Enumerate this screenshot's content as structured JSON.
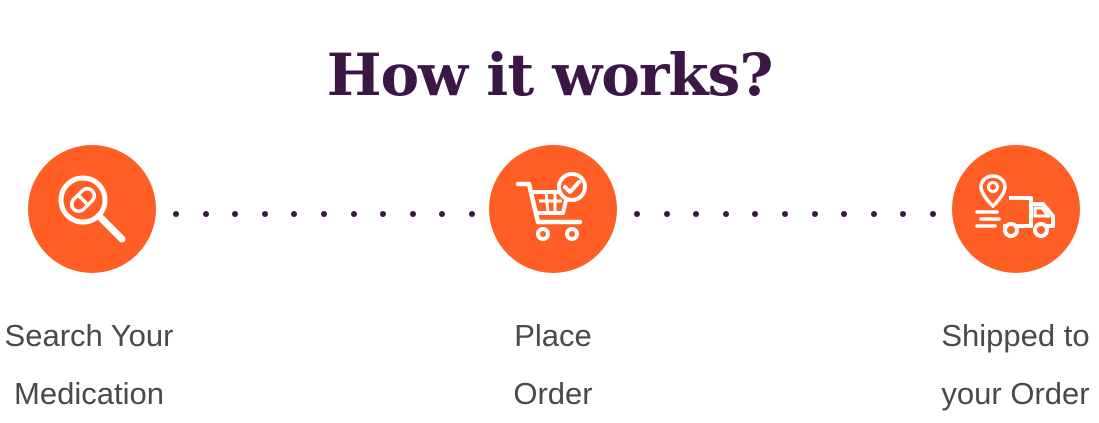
{
  "heading": "How it works?",
  "steps": [
    {
      "icon": "search-medication-icon",
      "line1": "Search Your",
      "line2": "Medication"
    },
    {
      "icon": "cart-check-icon",
      "line1": "Place",
      "line2": "Order"
    },
    {
      "icon": "delivery-truck-icon",
      "line1": "Shipped to",
      "line2": "your Order"
    }
  ],
  "colors": {
    "accent": "#ff5e24",
    "heading": "#3a1745",
    "dots": "#3a1745",
    "label": "#4a4a4a"
  }
}
